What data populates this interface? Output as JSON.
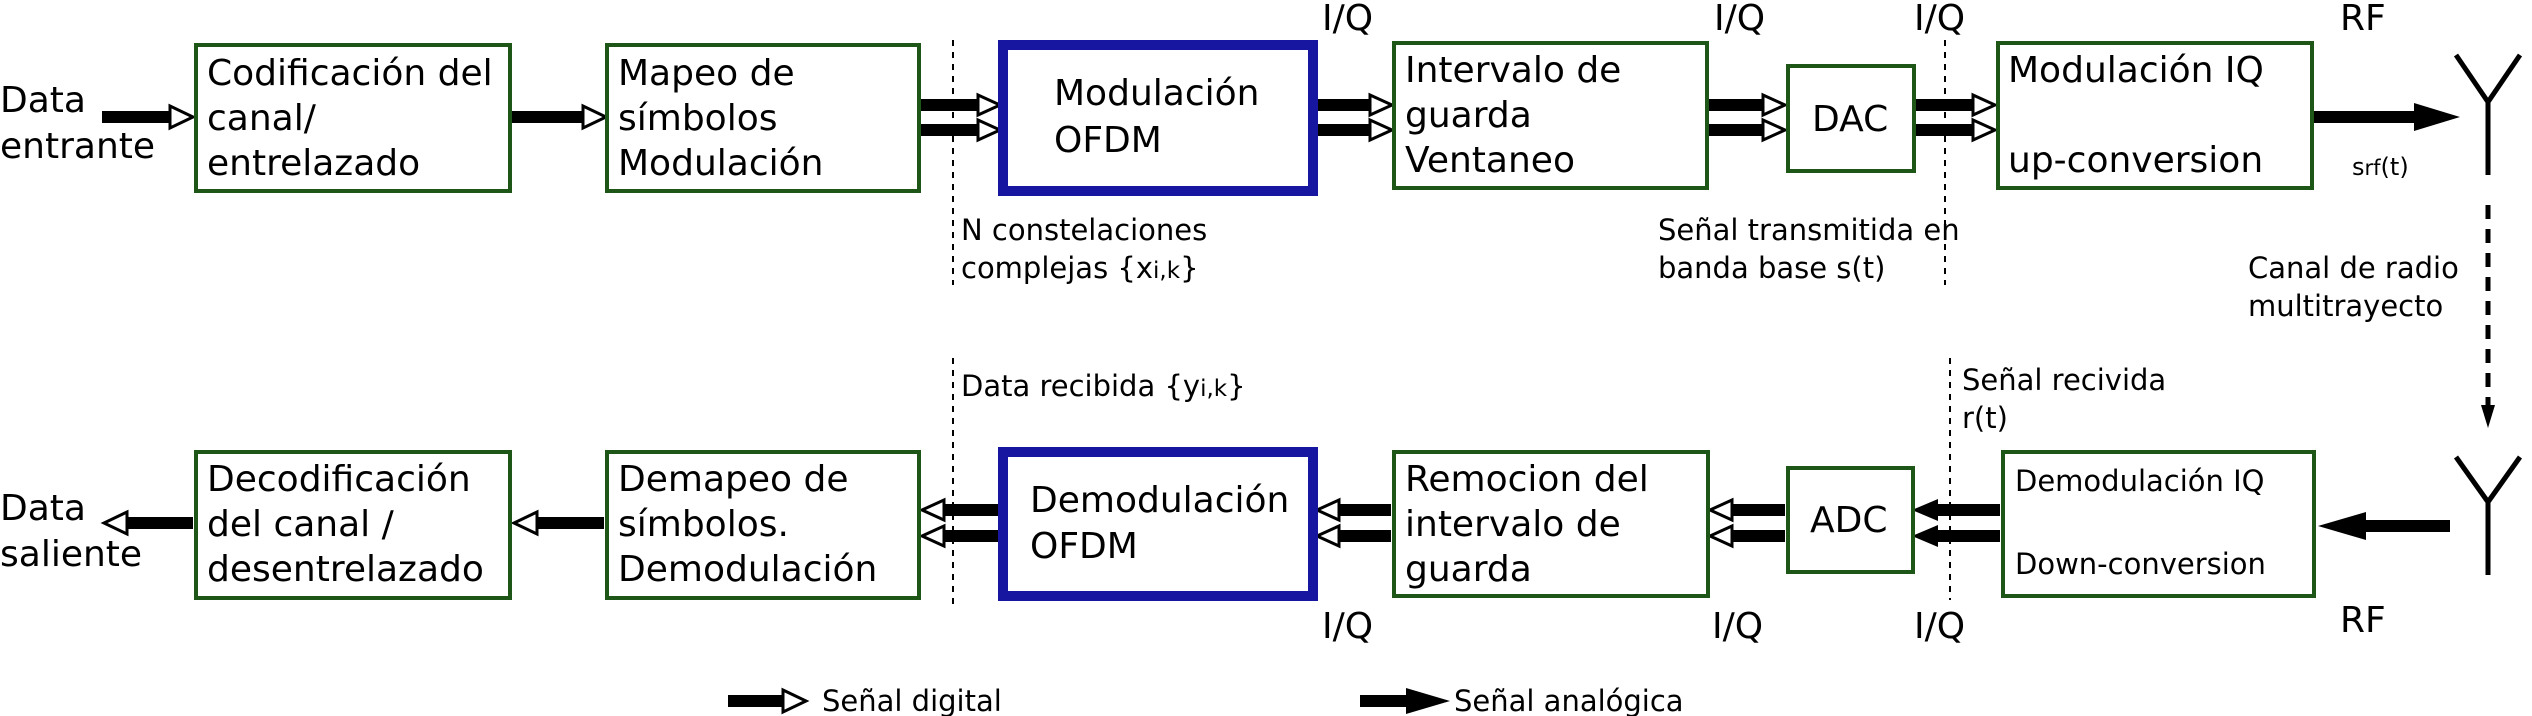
{
  "tx": {
    "input_label": [
      "Data",
      "entrante"
    ],
    "channel_coding": [
      "Codificación del",
      "canal/",
      "entrelazado"
    ],
    "symbol_mapping": [
      "Mapeo de",
      "símbolos",
      "Modulación"
    ],
    "ofdm_mod": [
      "Modulación",
      "OFDM"
    ],
    "guard_interval": [
      "Intervalo de",
      "guarda",
      "Ventaneo"
    ],
    "dac": "DAC",
    "iq_mod_title": "Modulación IQ",
    "iq_mod_sub": "up-conversion",
    "constellations_note": [
      "N constelaciones",
      "complejas {"
    ],
    "constellations_sym": "x",
    "constellations_idx": "i,k",
    "constellations_end": "}",
    "baseband_note": [
      "Señal transmitida en",
      "banda base s(t)"
    ],
    "srf_sym": "s",
    "srf_sub": "rf",
    "srf_end": "(t)",
    "iq_labels": [
      "I/Q",
      "I/Q",
      "I/Q"
    ],
    "rf_label": "RF"
  },
  "channel": {
    "label": [
      "Canal de radio",
      "multitrayecto"
    ]
  },
  "rx": {
    "output_label": [
      "Data",
      "saliente"
    ],
    "channel_decoding": [
      "Decodificación",
      "del canal /",
      "desentrelazado"
    ],
    "symbol_demapping": [
      "Demapeo de",
      "símbolos.",
      "Demodulación"
    ],
    "ofdm_demod": [
      "Demodulación",
      "OFDM"
    ],
    "guard_removal": [
      "Remocion del",
      "intervalo de",
      "guarda"
    ],
    "adc": "ADC",
    "iq_demod_title": "Demodulación IQ",
    "iq_demod_sub": "Down-conversion",
    "received_note": "Data recibida {",
    "received_sym": "y",
    "received_idx": "i,k",
    "received_end": "}",
    "received_signal_note": [
      "Señal recivida",
      "r(t)"
    ],
    "iq_labels": [
      "I/Q",
      "I/Q",
      "I/Q"
    ],
    "rf_label": "RF"
  },
  "legend": {
    "digital": "Señal digital",
    "analog": "Señal analógica"
  }
}
